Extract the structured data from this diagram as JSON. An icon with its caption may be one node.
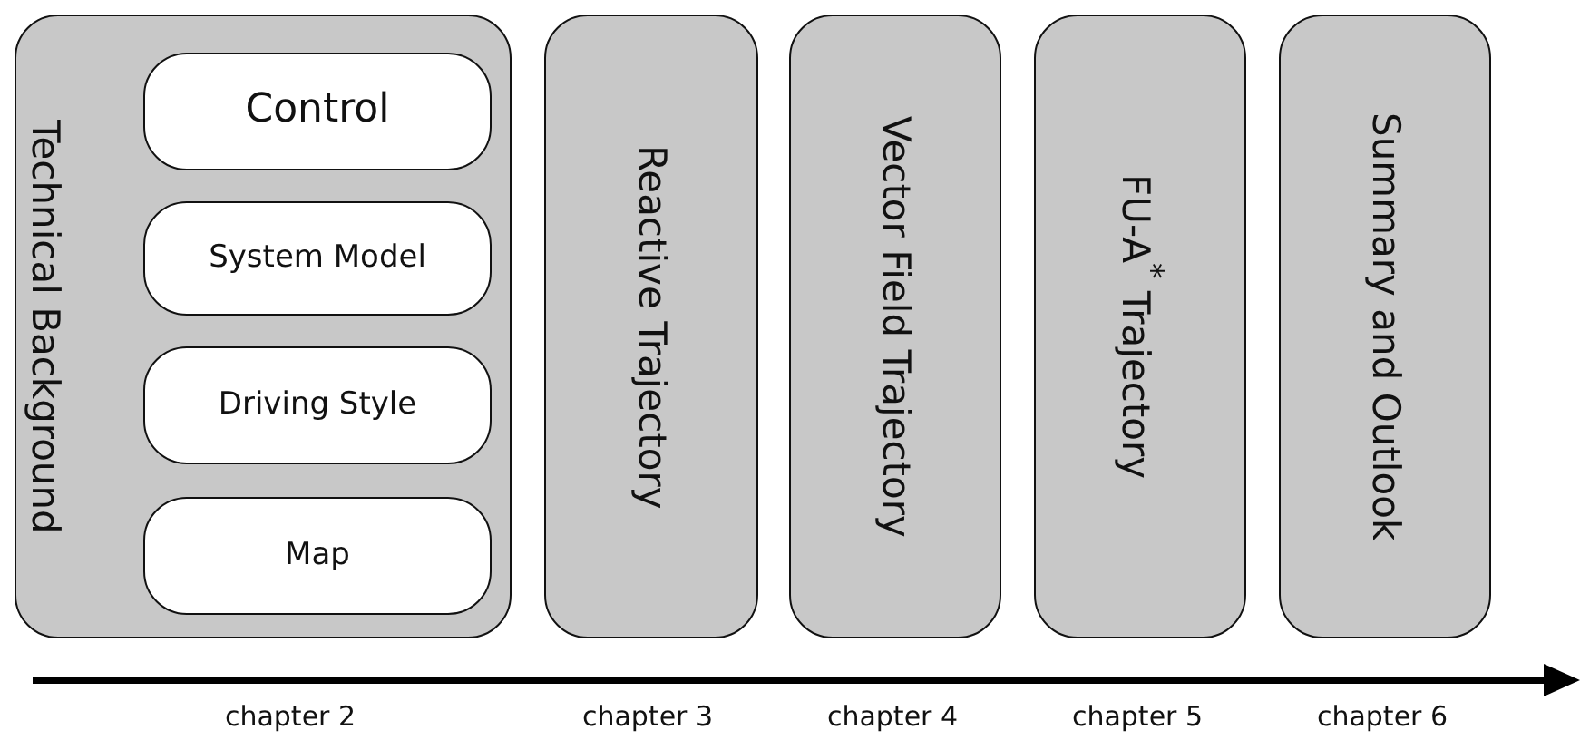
{
  "diagram": {
    "nodes": [
      {
        "text": [
          "Technical Background"
        ],
        "beside": [
          "chapter 2"
        ]
      },
      {
        "text": [
          "Control"
        ],
        "in": 0
      },
      {
        "text": [
          "System Model"
        ],
        "in": 0
      },
      {
        "text": [
          "Driving Style"
        ],
        "in": 0
      },
      {
        "text": [
          "Map"
        ],
        "in": 0
      },
      {
        "text": [
          "Reactive Trajectory"
        ],
        "beside": [
          "chapter 3"
        ]
      },
      {
        "text": [
          "Vector Field Trajectory"
        ],
        "beside": [
          "chapter 4"
        ]
      },
      {
        "text": [
          "FU-A$^{*}$ Trajectory"
        ],
        "beside": [
          "chapter 5"
        ]
      },
      {
        "text": [
          "Summary and Outlook"
        ],
        "beside": [
          "chapter 6"
        ]
      }
    ]
  }
}
